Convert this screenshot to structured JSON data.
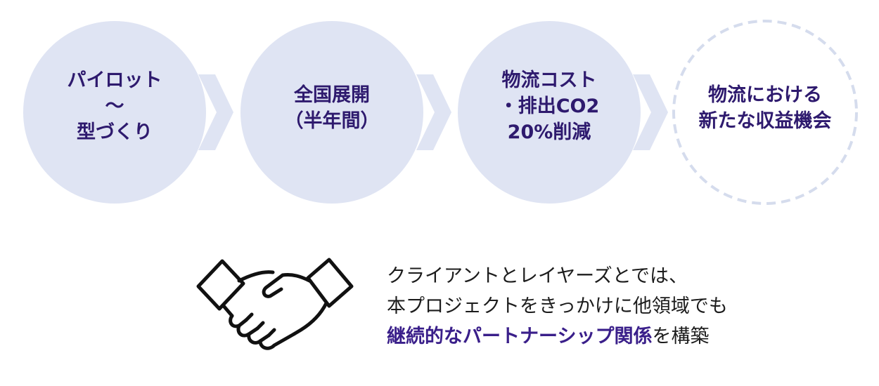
{
  "steps": [
    {
      "lines": [
        "パイロット",
        "～",
        "型づくり"
      ]
    },
    {
      "lines": [
        "全国展開",
        "（半年間）"
      ]
    },
    {
      "lines": [
        "物流コスト",
        "・排出CO2",
        "20%削減"
      ]
    },
    {
      "lines": [
        "物流における",
        "新たな収益機会"
      ]
    }
  ],
  "caption": {
    "line1": "クライアントとレイヤーズとでは、",
    "line2": "本プロジェクトをきっかけに他領域でも",
    "line3_emphasis": "継続的なパートナーシップ関係",
    "line3_rest": "を構築"
  },
  "colors": {
    "circle_fill": "#dfe4f3",
    "arrow_fill": "#dfe4f3",
    "dashed_circle_stroke": "#d5dced",
    "step_text": "#2e1a6e",
    "emphasis_text": "#3a1f8a",
    "caption_text": "#1c1c1c"
  },
  "icons": {
    "flow_arrow": "chevron-right-icon",
    "partnership": "handshake-icon"
  }
}
